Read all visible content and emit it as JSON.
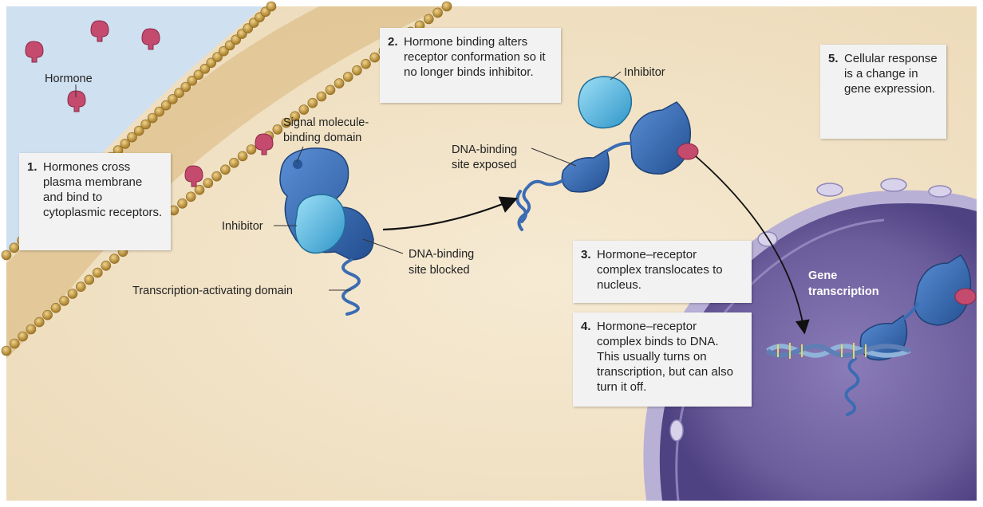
{
  "steps": [
    {
      "num": "1.",
      "text": "Hormones cross plasma membrane and bind to cytoplasmic receptors."
    },
    {
      "num": "2.",
      "text": "Hormone binding alters receptor conformation so it no longer binds inhibitor."
    },
    {
      "num": "3.",
      "text": "Hormone–receptor complex translocates to nucleus."
    },
    {
      "num": "4.",
      "text": "Hormone–receptor complex binds to DNA. This usually turns on transcription, but can also turn it off."
    },
    {
      "num": "5.",
      "text": "Cellular response is a change in gene expression."
    }
  ],
  "labels": {
    "hormone": "Hormone",
    "signal_domain_1": "Signal molecule-",
    "signal_domain_2": "binding domain",
    "inhibitor_left": "Inhibitor",
    "inhibitor_right": "Inhibitor",
    "dna_blocked_1": "DNA-binding",
    "dna_blocked_2": "site blocked",
    "dna_exposed_1": "DNA-binding",
    "dna_exposed_2": "site exposed",
    "tad": "Transcription-activating domain",
    "gene_1": "Gene",
    "gene_2": "transcription"
  },
  "colors": {
    "cytoplasm": "#f1e3c6",
    "extracellular": "#cfe0f0",
    "membrane_head": "#c49a3d",
    "receptor": "#3b6cb3",
    "inhibitor": "#5cb8e0",
    "hormone": "#c44a6e",
    "nucleus": "#6e5f9e"
  }
}
